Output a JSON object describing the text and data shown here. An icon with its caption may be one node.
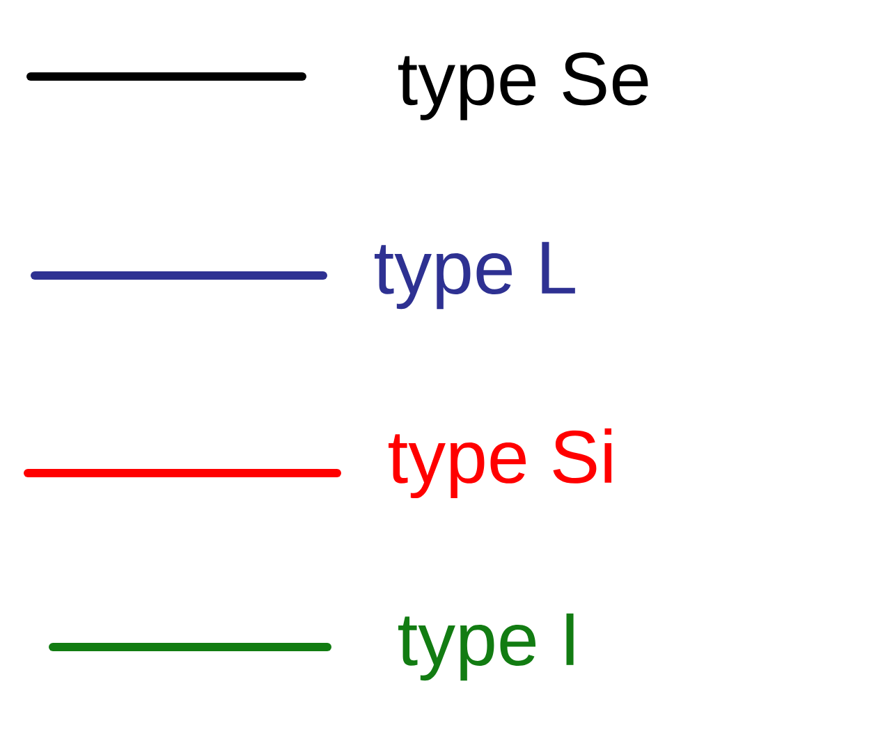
{
  "diagram": {
    "legend": [
      {
        "text": "type Se"
      },
      {
        "text": "type L"
      },
      {
        "text": "type Si"
      },
      {
        "text": "type I"
      }
    ]
  }
}
